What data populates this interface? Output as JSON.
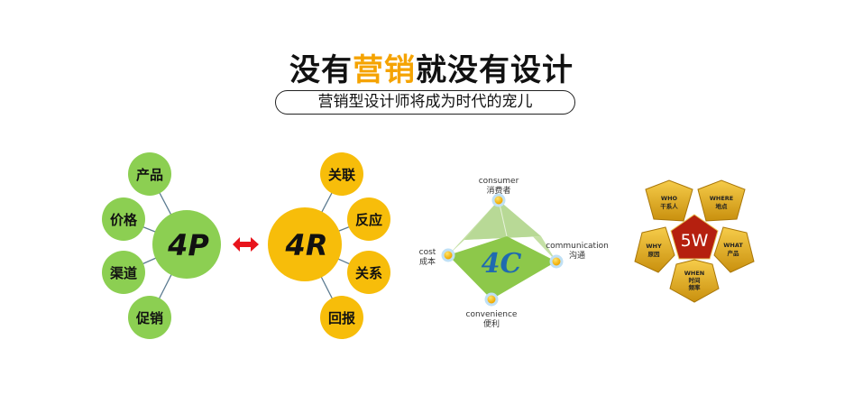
{
  "header": {
    "title_part1": "没有",
    "title_highlight": "营销",
    "title_part2": "就没有设计",
    "subtitle": "营销型设计师将成为时代的宠儿"
  },
  "colors": {
    "accent": "#f5a300",
    "green": "#8ccf52",
    "yellow": "#f7bd0a",
    "arrow": "#e8141c"
  },
  "p4": {
    "center": "4P",
    "items": [
      "产品",
      "价格",
      "渠道",
      "促销"
    ]
  },
  "r4": {
    "center": "4R",
    "items": [
      "关联",
      "反应",
      "关系",
      "回报"
    ]
  },
  "c4": {
    "center": "4C",
    "consumer": {
      "en": "consumer",
      "zh": "消费者"
    },
    "communication": {
      "en": "communication",
      "zh": "沟通"
    },
    "convenience": {
      "en": "convenience",
      "zh": "便利"
    },
    "cost": {
      "en": "cost",
      "zh": "成本"
    }
  },
  "w5": {
    "center": "5W",
    "who": {
      "en": "WHO",
      "zh": "干系人"
    },
    "where": {
      "en": "WHERE",
      "zh": "地点"
    },
    "why": {
      "en": "WHY",
      "zh": "原因"
    },
    "what": {
      "en": "WHAT",
      "zh": "产品"
    },
    "when": {
      "en": "WHEN",
      "zh1": "时间",
      "zh2": "频率"
    }
  }
}
